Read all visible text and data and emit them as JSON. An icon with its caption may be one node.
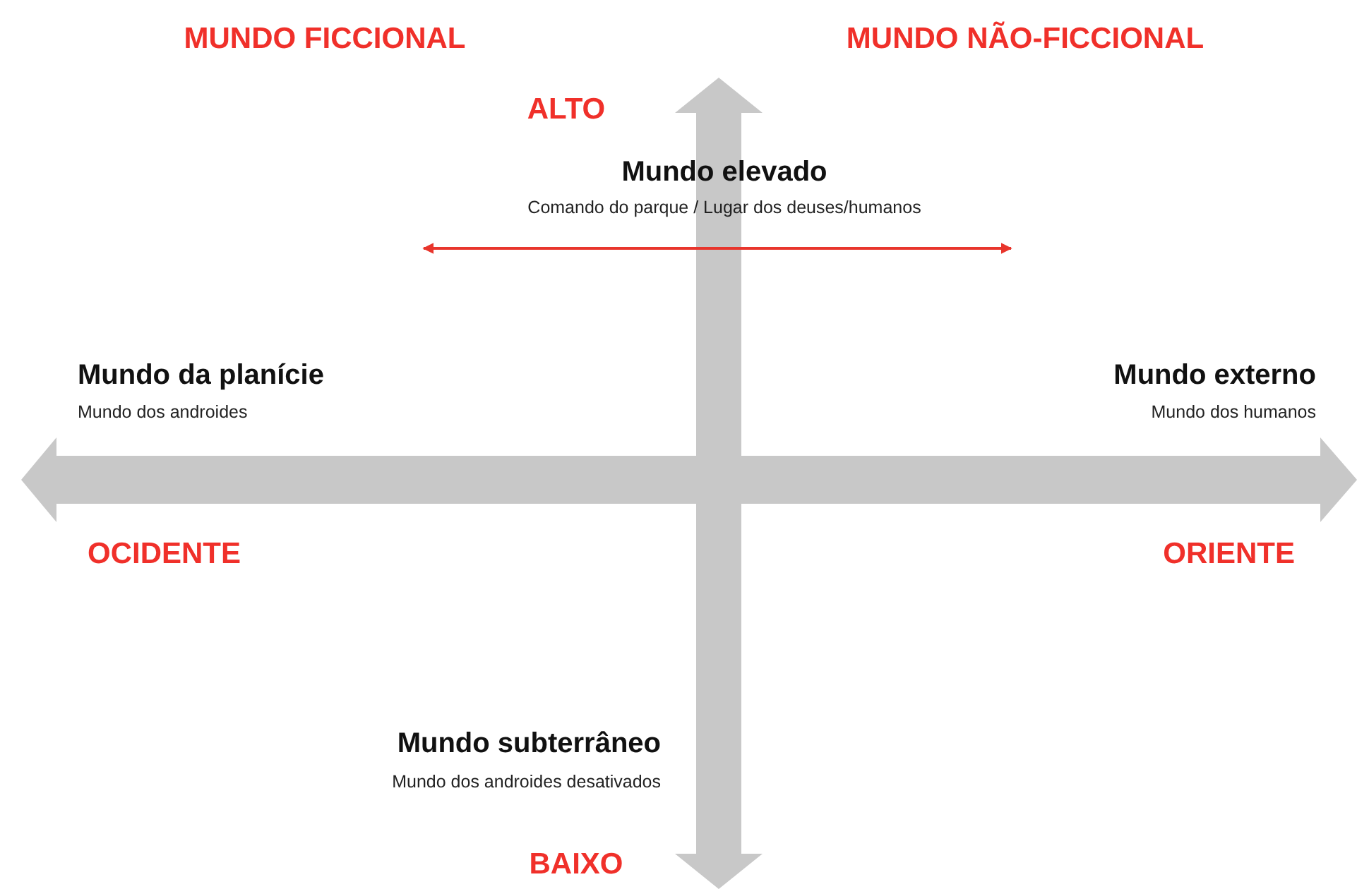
{
  "diagram": {
    "labels": [
      "MUNDO FICCIONAL",
      "MUNDO NÃO-FICCIONAL",
      "ALTO",
      "Mundo elevado",
      "Comando do parque / Lugar dos deuses/humanos",
      "Mundo da planície",
      "Mundo dos androides",
      "Mundo externo",
      "Mundo dos humanos",
      "OCIDENTE",
      "ORIENTE",
      "Mundo subterrâneo",
      "Mundo dos androides desativados",
      "BAIXO"
    ]
  }
}
